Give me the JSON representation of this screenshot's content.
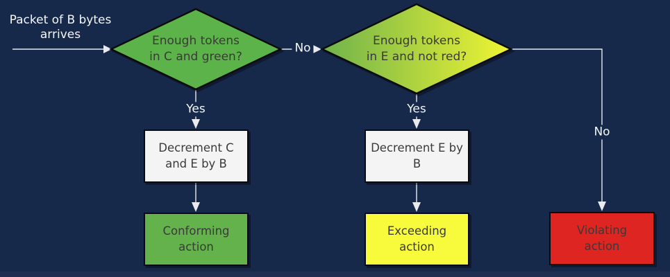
{
  "canvas": {
    "bg": "#17294b",
    "bottom_edge_color": "#1e2f52",
    "line_color": "#e9eaef",
    "shape_border_color": "#0b0b0b",
    "shape_text_color": "#3a3a3a",
    "label_text_color": "#f5f6f8"
  },
  "start": {
    "label": "Packet of B bytes\narrives"
  },
  "decisions": {
    "d1": {
      "text": "Enough tokens\nin C and green?",
      "fill": "#5cb349"
    },
    "d2": {
      "text": "Enough tokens\nin E and not red?",
      "fill_start": "#6fb34c",
      "fill_end": "#f0f433"
    }
  },
  "edge_labels": {
    "no1": "No",
    "yes1": "Yes",
    "yes2": "Yes",
    "no2": "No"
  },
  "processes": {
    "p1": {
      "text": "Decrement C\nand E by B",
      "fill": "#f4f4f4"
    },
    "p2": {
      "text": "Decrement E by B",
      "fill": "#f4f4f4"
    }
  },
  "actions": {
    "conforming": {
      "text": "Conforming\naction",
      "fill": "#63b24b"
    },
    "exceeding": {
      "text": "Exceeding\naction",
      "fill": "#f8fa3c"
    },
    "violating": {
      "text": "Violating\naction",
      "fill": "#df2522"
    }
  }
}
